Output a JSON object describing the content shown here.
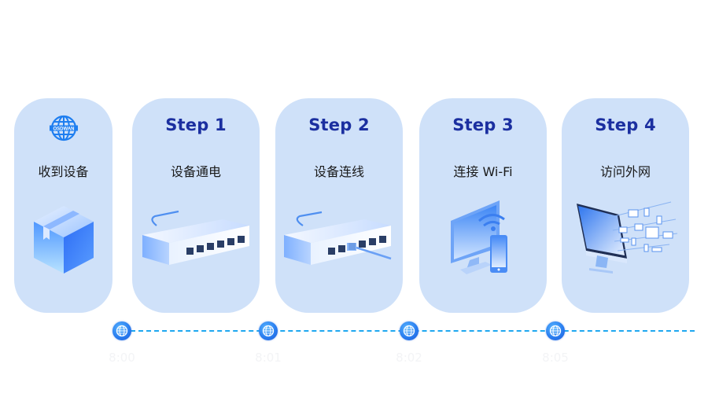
{
  "brand": {
    "logo_text": "OSDWAN",
    "accent_color": "#1b2fa0",
    "card_color": "#cfe1f9",
    "timeline_color": "#1fa8f0"
  },
  "cards": [
    {
      "step": "",
      "label": "收到设备",
      "icon": "package-box-icon"
    },
    {
      "step": "Step 1",
      "label": "设备通电",
      "icon": "network-switch-icon"
    },
    {
      "step": "Step 2",
      "label": "设备连线",
      "icon": "switch-cable-connected-icon"
    },
    {
      "step": "Step 3",
      "label": "连接 Wi-Fi",
      "icon": "monitor-wifi-phone-icon"
    },
    {
      "step": "Step 4",
      "label": "访问外网",
      "icon": "monitor-internet-icon"
    }
  ],
  "timeline": {
    "nodes": [
      {
        "time": "8:00",
        "icon": "globe-icon"
      },
      {
        "time": "8:01",
        "icon": "globe-icon"
      },
      {
        "time": "8:02",
        "icon": "globe-icon"
      },
      {
        "time": "8:05",
        "icon": "globe-icon"
      }
    ]
  }
}
